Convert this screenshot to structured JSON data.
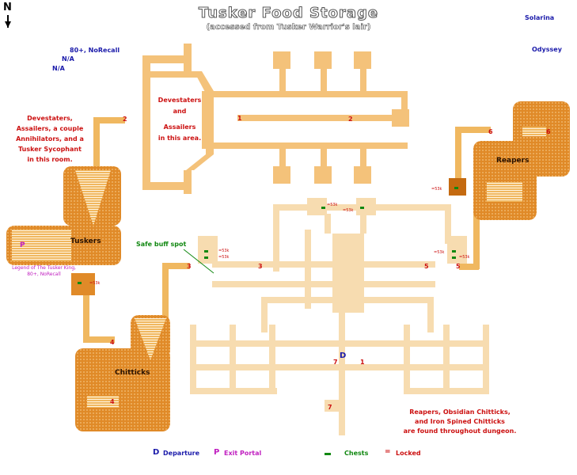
{
  "header": {
    "title": "Tusker Food Storage",
    "subtitle": "(accessed from Tusker Warrior's lair)",
    "compass_letter": "N"
  },
  "servers": {
    "left": {
      "line1": "80+, NoRecall",
      "line2": "N/A",
      "line3": "N/A"
    },
    "right": {
      "line1": "Solarina",
      "line2": "Odyssey"
    }
  },
  "rooms": {
    "tuskers": "Tuskers",
    "chitticks": "Chitticks",
    "reapers": "Reapers"
  },
  "notes": {
    "tusker_room": [
      "Devestaters,",
      "Assailers, a couple",
      "Annihilators, and a",
      "Tusker Sycophant",
      "in this room."
    ],
    "upper_area": [
      "Devestaters",
      "and",
      "Assailers",
      "in this area."
    ],
    "dungeon": [
      "Reapers, Obsidian Chitticks,",
      "and Iron Spined Chitticks",
      "are found throughout dungeon."
    ],
    "buff_spot": "Safe buff spot",
    "portal_note": [
      "Legend of The Tusker King,",
      "80+, NoRecall"
    ]
  },
  "markers": {
    "m1a": "1",
    "m1b": "1",
    "m2a": "2",
    "m2b": "2",
    "m3a": "3",
    "m3b": "3",
    "m4a": "4",
    "m4b": "4",
    "m5a": "5",
    "m5b": "5",
    "m6a": "6",
    "m6b": "6",
    "m7a": "7",
    "m7b": "7",
    "departure_marker": "D",
    "portal_marker": "P"
  },
  "lock_labels": {
    "l1": "=53k",
    "l2": "=53k",
    "l3": "=53k",
    "l4": "=53k",
    "l5": "=53k",
    "l6": "=53k",
    "l7": "=53k",
    "l8": "=53k"
  },
  "legend": {
    "departure_symbol": "D",
    "departure_label": "Departure",
    "exit_symbol": "P",
    "exit_label": "Exit Portal",
    "chests_label": "Chests",
    "locked_symbol": "=",
    "locked_label": "Locked"
  },
  "colors": {
    "corridor_dark": "#f0b860",
    "corridor_light": "#f7dcb0",
    "room_dark": "#e08a28",
    "marker_red": "#cc1111",
    "chest_green": "#118811",
    "departure_blue": "#1a1aaa",
    "portal_magenta": "#c020c0"
  }
}
